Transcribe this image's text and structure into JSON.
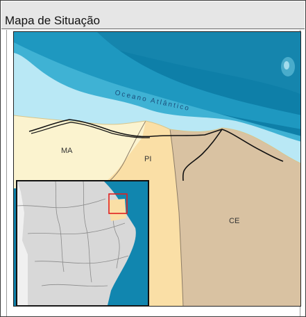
{
  "panel": {
    "title": "Mapa de Situação"
  },
  "map": {
    "ocean_label": "Oceano Atlântico",
    "state_labels": {
      "ma": "MA",
      "pi": "PI",
      "ce": "CE"
    },
    "colors": {
      "deep_ocean": "#0e7fa8",
      "mid_ocean": "#1e98c0",
      "shelf": "#b9e8f5",
      "ma_land": "#fbf3cf",
      "pi_land": "#fadfa6",
      "ce_land": "#d9c2a2",
      "border": "#8c7c66",
      "route": "#111111",
      "highlight": "#e02020"
    }
  }
}
